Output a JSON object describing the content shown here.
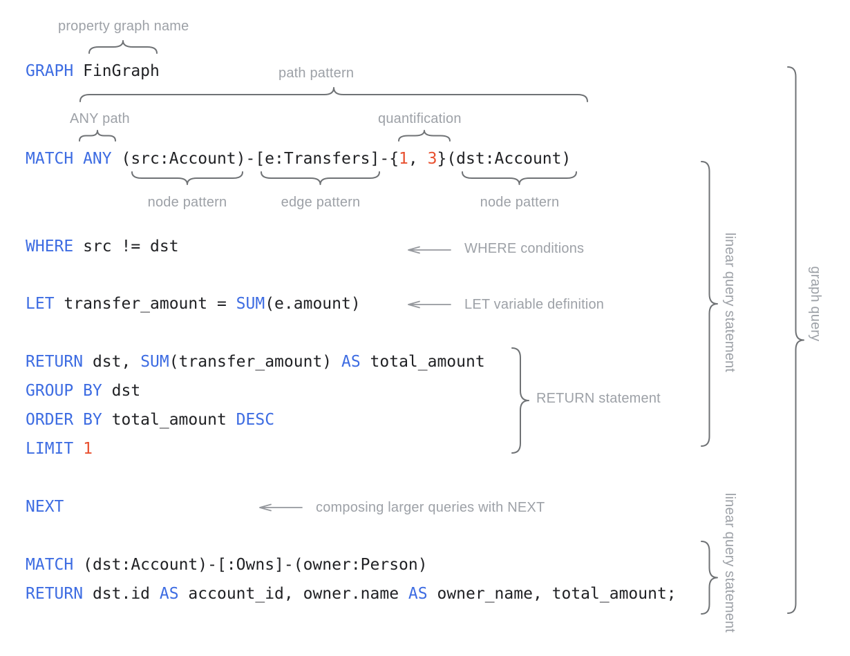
{
  "colors": {
    "kw": "#3D6CE2",
    "num": "#E8502F",
    "code": "#202124",
    "label": "#9DA1A7",
    "brace": "#6F7275",
    "arrow": "#95989D"
  },
  "labels": {
    "property_graph_name": "property graph name",
    "path_pattern": "path pattern",
    "any_path": "ANY path",
    "quantification": "quantification",
    "node_pattern_1": "node pattern",
    "edge_pattern": "edge pattern",
    "node_pattern_2": "node pattern",
    "where_conditions": "WHERE conditions",
    "let_variable_definition": "LET variable definition",
    "return_statement": "RETURN statement",
    "next_note": "composing larger queries with NEXT",
    "linear_query_statement_1": "linear query statement",
    "linear_query_statement_2": "linear query statement",
    "graph_query": "graph query"
  },
  "code": {
    "graph_line": [
      [
        "kw",
        "GRAPH"
      ],
      [
        "pl",
        " FinGraph"
      ]
    ],
    "match_line_1": [
      [
        "kw",
        "MATCH ANY"
      ],
      [
        "pl",
        " (src:Account)-[e:Transfers]-{"
      ],
      [
        "num",
        "1"
      ],
      [
        "pl",
        ", "
      ],
      [
        "num",
        "3"
      ],
      [
        "pl",
        "}(dst:Account)"
      ]
    ],
    "where_line": [
      [
        "kw",
        "WHERE"
      ],
      [
        "pl",
        " src != dst"
      ]
    ],
    "let_line": [
      [
        "kw",
        "LET"
      ],
      [
        "pl",
        " transfer_amount = "
      ],
      [
        "kw",
        "SUM"
      ],
      [
        "pl",
        "(e.amount)"
      ]
    ],
    "return_line_1": [
      [
        "kw",
        "RETURN"
      ],
      [
        "pl",
        " dst, "
      ],
      [
        "kw",
        "SUM"
      ],
      [
        "pl",
        "(transfer_amount) "
      ],
      [
        "kw",
        "AS"
      ],
      [
        "pl",
        " total_amount"
      ]
    ],
    "group_line": [
      [
        "kw",
        "GROUP BY"
      ],
      [
        "pl",
        " dst"
      ]
    ],
    "order_line": [
      [
        "kw",
        "ORDER BY"
      ],
      [
        "pl",
        " total_amount "
      ],
      [
        "kw",
        "DESC"
      ]
    ],
    "limit_line": [
      [
        "kw",
        "LIMIT"
      ],
      [
        "pl",
        " "
      ],
      [
        "num",
        "1"
      ]
    ],
    "next_line": [
      [
        "kw",
        "NEXT"
      ]
    ],
    "match_line_2": [
      [
        "kw",
        "MATCH"
      ],
      [
        "pl",
        " (dst:Account)-[:Owns]-(owner:Person)"
      ]
    ],
    "return_line_2": [
      [
        "kw",
        "RETURN"
      ],
      [
        "pl",
        " dst.id "
      ],
      [
        "kw",
        "AS"
      ],
      [
        "pl",
        " account_id, owner.name "
      ],
      [
        "kw",
        "AS"
      ],
      [
        "pl",
        " owner_name, total_amount;"
      ]
    ]
  }
}
